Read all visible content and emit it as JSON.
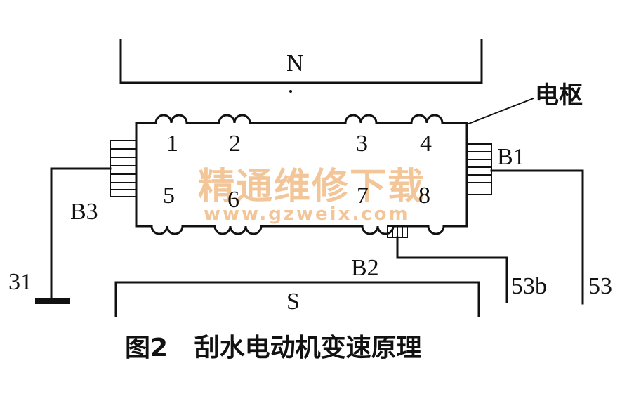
{
  "magnets": {
    "north": "N",
    "south": "S"
  },
  "armature": {
    "label": "电枢"
  },
  "coils": [
    "1",
    "2",
    "3",
    "4",
    "5",
    "6",
    "7",
    "8"
  ],
  "brushes": {
    "b1": "B1",
    "b2": "B2",
    "b3": "B3"
  },
  "terminals": {
    "t31": "31",
    "t53b": "53b",
    "t53": "53"
  },
  "caption": "图2   刮水电动机变速原理",
  "watermark": {
    "cn": "精通维修下载",
    "url": "www.gzweix.com",
    "color": "#f3c69a"
  }
}
